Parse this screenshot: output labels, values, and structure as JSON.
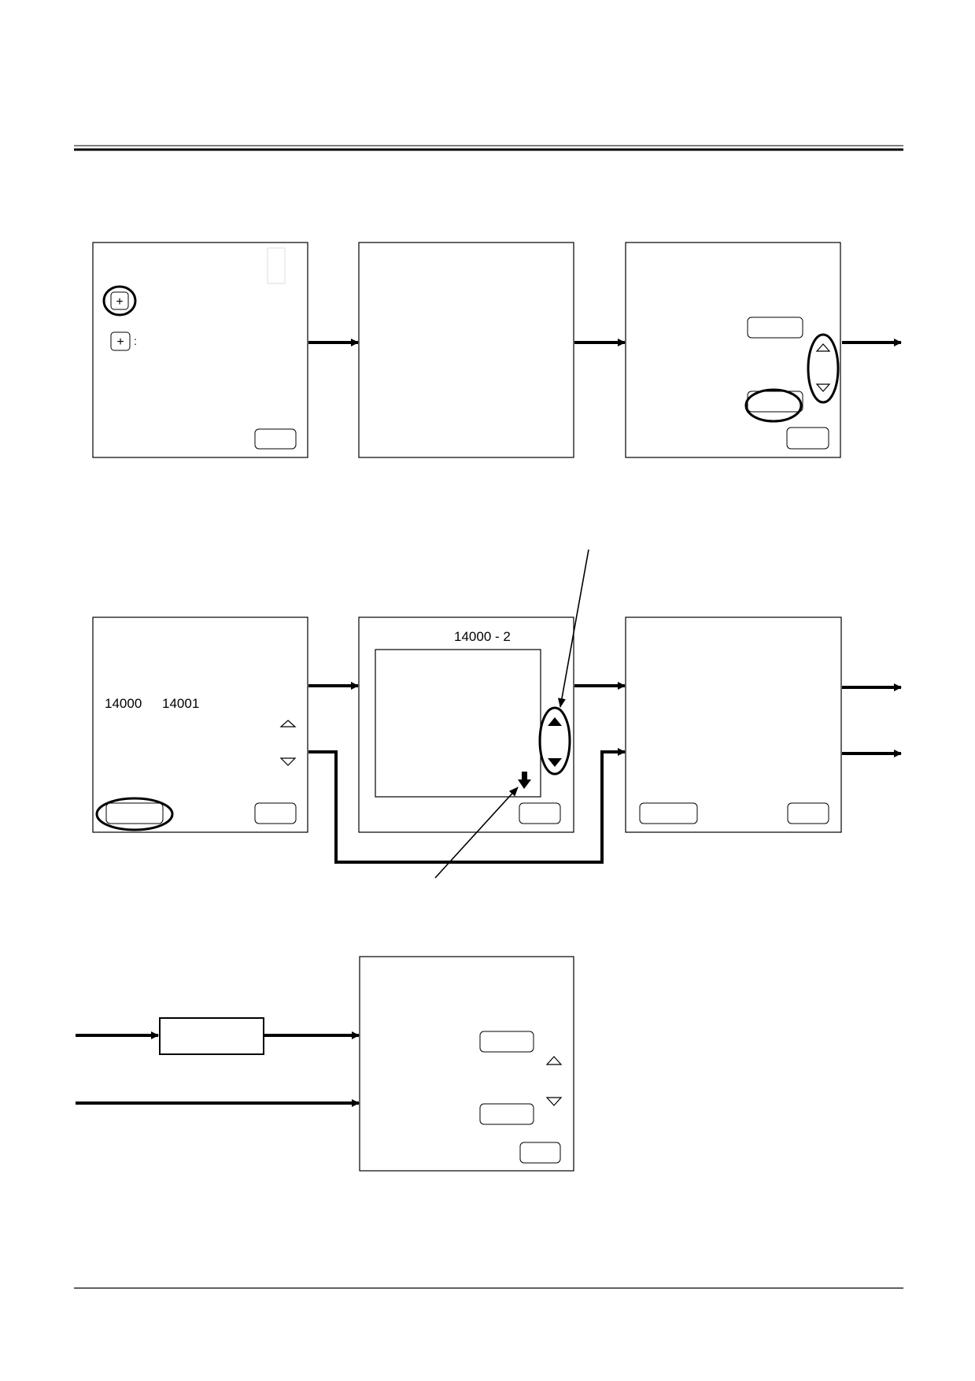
{
  "row2": {
    "screen1": {
      "code_a": "14000",
      "code_b": "14001"
    },
    "screen2": {
      "title": "14000 - 2"
    }
  },
  "glyphs": {
    "plus": "+",
    "colon": ":",
    "up": "up-triangle-icon",
    "down": "down-triangle-icon"
  }
}
